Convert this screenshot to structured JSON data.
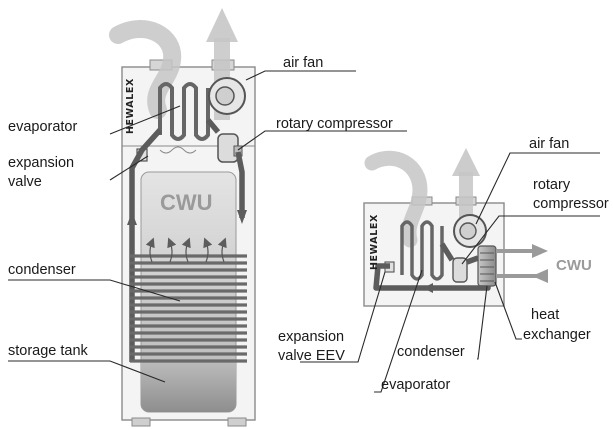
{
  "left_unit": {
    "brand": "HEWALEX",
    "tank_label": "CWU",
    "labels": {
      "air_fan": "air fan",
      "evaporator": "evaporator",
      "rotary_compressor": "rotary compressor",
      "expansion_valve_line1": "expansion",
      "expansion_valve_line2": "valve",
      "condenser": "condenser",
      "storage_tank": "storage tank"
    }
  },
  "right_unit": {
    "brand": "HEWALEX",
    "water_label": "CWU",
    "labels": {
      "air_fan": "air  fan",
      "rotary_compressor_line1": "rotary",
      "rotary_compressor_line2": "compressor",
      "heat_exchanger_line1": "heat",
      "heat_exchanger_line2": "exchanger",
      "expansion_valve_line1": "expansion",
      "expansion_valve_line2": "valve EEV",
      "condenser": "condenser",
      "evaporator": "evaporator"
    }
  }
}
